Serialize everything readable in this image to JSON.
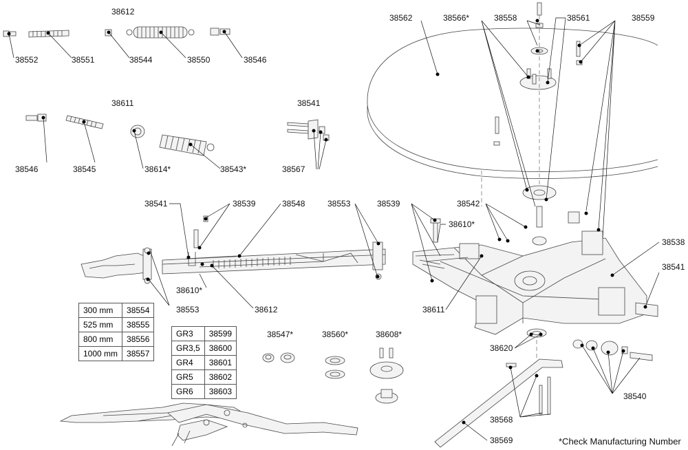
{
  "group_labels": {
    "g38612": "38612",
    "g38611": "38611",
    "g38541_top": "38541"
  },
  "callouts": {
    "c38552": "38552",
    "c38551": "38551",
    "c38544": "38544",
    "c38550": "38550",
    "c38546a": "38546",
    "c38546b": "38546",
    "c38545": "38545",
    "c38614": "38614*",
    "c38543": "38543*",
    "c38567": "38567",
    "c38541_mid": "38541",
    "c38539_mid": "38539",
    "c38548": "38548",
    "c38553_a": "38553",
    "c38610_mid": "38610*",
    "c38553_b": "38553",
    "c38612_mid": "38612",
    "c38547": "38547*",
    "c38560": "38560*",
    "c38608": "38608*",
    "c38562": "38562",
    "c38566": "38566*",
    "c38558": "38558",
    "c38561": "38561",
    "c38559": "38559",
    "c38539_right": "38539",
    "c38542": "38542",
    "c38610_right": "38610*",
    "c38538": "38538",
    "c38541_right": "38541",
    "c38611": "38611",
    "c38620": "38620",
    "c38540": "38540",
    "c38568": "38568",
    "c38569": "38569"
  },
  "length_table": {
    "rows": [
      {
        "length": "300 mm",
        "part": "38554"
      },
      {
        "length": "525 mm",
        "part": "38555"
      },
      {
        "length": "800 mm",
        "part": "38556"
      },
      {
        "length": "1000 mm",
        "part": "38557"
      }
    ]
  },
  "gr_table": {
    "rows": [
      {
        "size": "GR3",
        "part": "38599"
      },
      {
        "size": "GR3,5",
        "part": "38600"
      },
      {
        "size": "GR4",
        "part": "38601"
      },
      {
        "size": "GR5",
        "part": "38602"
      },
      {
        "size": "GR6",
        "part": "38603"
      }
    ]
  },
  "footnote": "*Check Manufacturing Number"
}
